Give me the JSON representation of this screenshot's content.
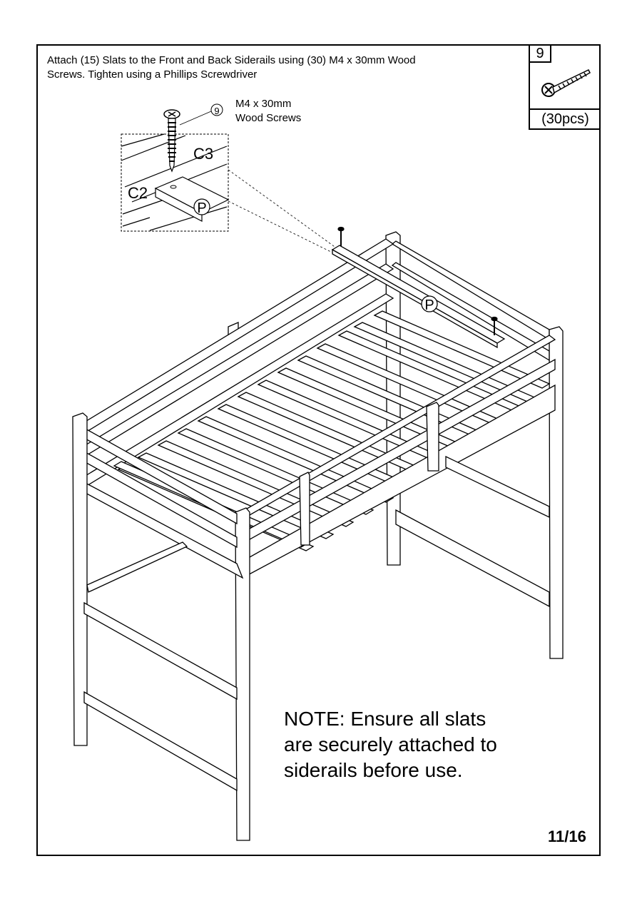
{
  "instruction": {
    "line1": "Attach (15) Slats to the Front and Back Siderails using (30) M4 x 30mm Wood",
    "line2": "Screws. Tighten using a Phillips Screwdriver"
  },
  "part": {
    "number": "9",
    "quantity": "(30pcs)",
    "icon": "wood-screw-icon"
  },
  "callout": {
    "number": "9",
    "line1": "M4 x 30mm",
    "line2": "Wood Screws",
    "label_c3": "C3",
    "label_c2": "C2",
    "label_p": "P"
  },
  "main_label_p": "P",
  "note": {
    "line1": "NOTE: Ensure all slats",
    "line2": "are securely attached to",
    "line3": "siderails before use."
  },
  "page": "11/16"
}
